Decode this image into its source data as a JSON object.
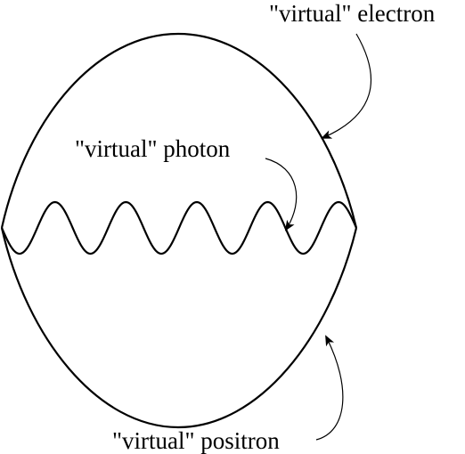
{
  "labels": {
    "electron": "\"virtual\" electron",
    "photon": "\"virtual\" photon",
    "positron": "\"virtual\" positron"
  },
  "colors": {
    "stroke": "#000000",
    "background": "#ffffff"
  }
}
